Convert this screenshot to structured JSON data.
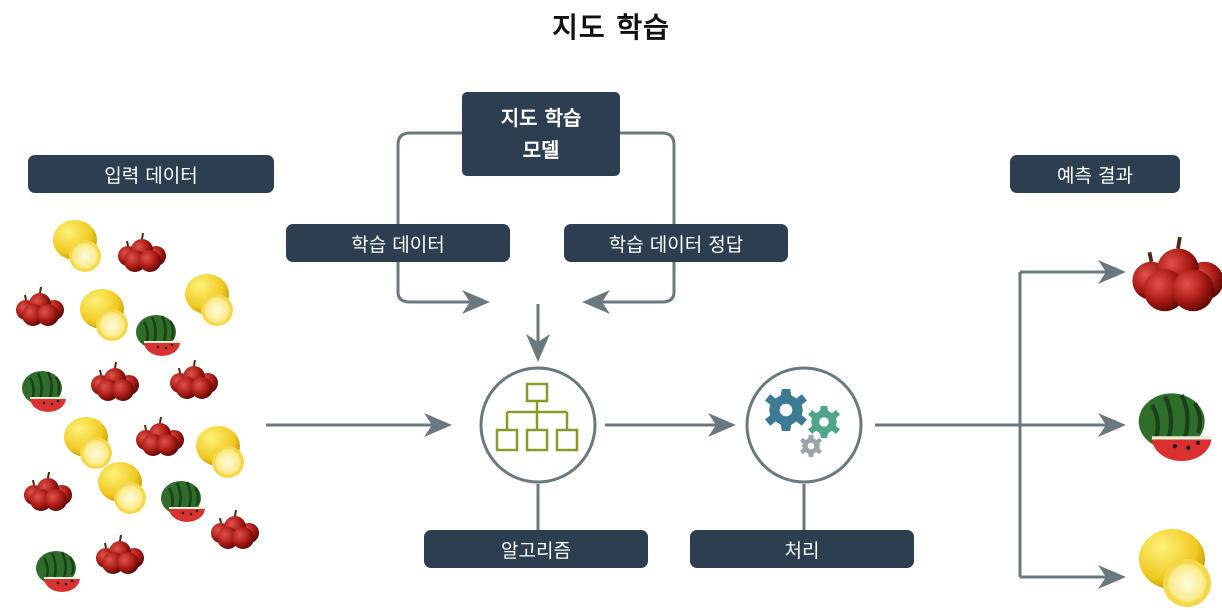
{
  "title": "지도 학습",
  "labels": {
    "input_data": "입력 데이터",
    "model_line1": "지도 학습",
    "model_line2": "모델",
    "training_data": "학습 데이터",
    "training_answers": "학습 데이터 정답",
    "prediction": "예측 결과",
    "algorithm": "알고리즘",
    "processing": "처리"
  },
  "colors": {
    "label_bg": "#2c3e50",
    "arrow": "#6b7880",
    "algorithm_icon": "#8a9a2a",
    "gear_blue": "#3d7a94",
    "gear_green": "#4ea58a",
    "gear_gray": "#9aa4aa"
  },
  "icons": {
    "algorithm": "hierarchy-chart-icon",
    "processing": "gears-icon",
    "fruits": [
      "lemon-icon",
      "apple-icon",
      "watermelon-icon"
    ]
  }
}
